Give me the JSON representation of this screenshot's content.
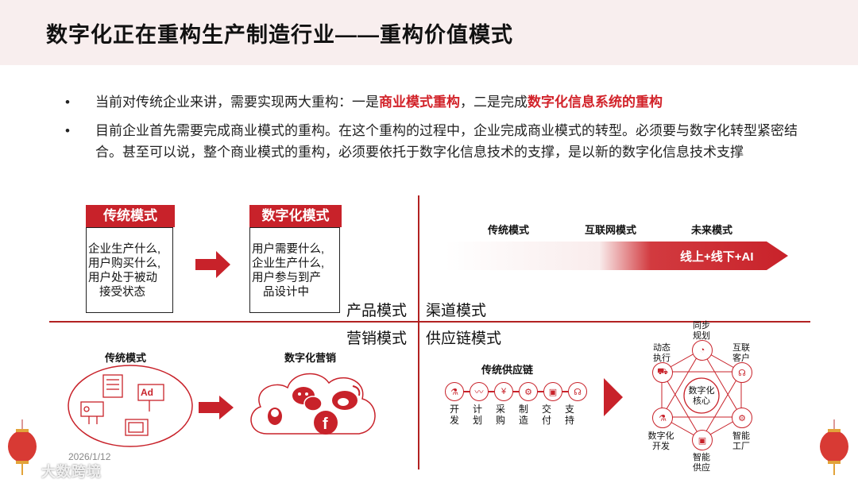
{
  "title": "数字化正在重构生产制造行业——重构价值模式",
  "bullets": {
    "b1_prefix": "当前对传统企业来讲，需要实现两大重构：一是",
    "b1_red1": "商业模式重构",
    "b1_mid": "，二是完成",
    "b1_red2": "数字化信息系统的重构",
    "b2": "目前企业首先需要完成商业模式的重构。在这个重构的过程中，企业完成商业模式的转型。必须要与数字化转型紧密结合。甚至可以说，整个商业模式的重构，必须要依托于数字化信息技术的支撑，是以新的数字化信息技术支撑"
  },
  "product": {
    "quadrant_label": "产品模式",
    "traditional_title": "传统模式",
    "traditional_lines": [
      "企业生产什么,",
      "用户购买什么,",
      "用户处于被动",
      "接受状态"
    ],
    "digital_title": "数字化模式",
    "digital_lines": [
      "用户需要什么,",
      "企业生产什么,",
      "用户参与到产",
      "品设计中"
    ]
  },
  "channel": {
    "quadrant_label": "渠道模式",
    "stages": [
      "传统模式",
      "互联网模式",
      "未来模式"
    ],
    "arrow_text": "线上+线下+AI"
  },
  "marketing": {
    "quadrant_label": "营销模式",
    "left_title": "传统模式",
    "right_title": "数字化营销",
    "ad_text": "Ad"
  },
  "supply": {
    "quadrant_label": "供应链模式",
    "chain_title": "传统供应链",
    "steps": [
      "开发",
      "计划",
      "采购",
      "制造",
      "交付",
      "支持"
    ],
    "hub": "数字化核心",
    "nodes": [
      "同步规划",
      "互联客户",
      "智能工厂",
      "智能供应",
      "数字化开发",
      "动态执行"
    ]
  },
  "footer": {
    "date": "2026/1/12",
    "watermark": "大数跨境"
  },
  "colors": {
    "accent": "#c8222a",
    "header_bg": "#f8eeee"
  }
}
